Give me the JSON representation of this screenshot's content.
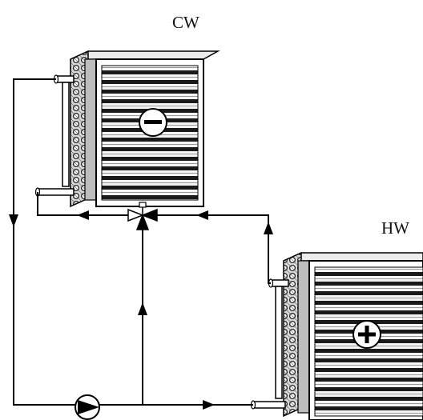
{
  "labels": {
    "cw": "CW",
    "hw": "HW"
  },
  "coils": [
    {
      "id": "cooling-coil",
      "label_key": "cw",
      "symbol": "minus-icon"
    },
    {
      "id": "heating-coil",
      "label_key": "hw",
      "symbol": "plus-icon"
    }
  ],
  "components": [
    "three-way-valve",
    "circulation-pump"
  ],
  "colors": {
    "line": "#000000",
    "background": "#ffffff"
  }
}
